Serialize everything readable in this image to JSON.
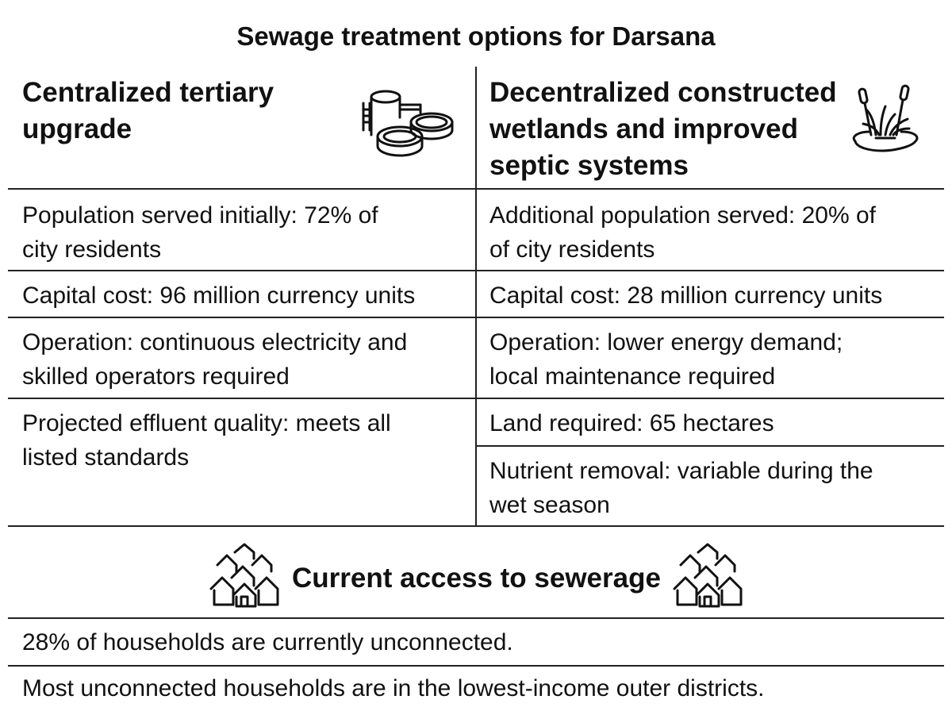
{
  "title": "Sewage treatment options for Darsana",
  "options": [
    {
      "heading_lines": [
        "Centralized tertiary",
        "upgrade"
      ],
      "icon": "treatment-plant-icon",
      "rows": [
        [
          "Population served initially: 72% of",
          "city residents"
        ],
        [
          "Capital cost: 96 million currency units"
        ],
        [
          "Operation: continuous electricity and",
          "skilled operators required"
        ],
        [
          "Projected effluent quality: meets all",
          "listed standards"
        ]
      ]
    },
    {
      "heading_lines": [
        "Decentralized constructed",
        "wetlands and improved",
        "septic systems"
      ],
      "icon": "wetland-reeds-icon",
      "rows": [
        [
          "Additional population served: 20% of",
          "of city residents"
        ],
        [
          "Capital cost: 28 million currency units"
        ],
        [
          "Operation: lower energy demand;",
          "local maintenance required"
        ],
        [
          "Land required: 65 hectares"
        ],
        [
          "Nutrient removal: variable during the",
          "wet season"
        ]
      ]
    }
  ],
  "access": {
    "heading": "Current access to sewerage",
    "icon": "houses-icon",
    "facts": [
      "28% of households are currently unconnected.",
      "Most unconnected households are in the lowest-income outer districts."
    ]
  }
}
